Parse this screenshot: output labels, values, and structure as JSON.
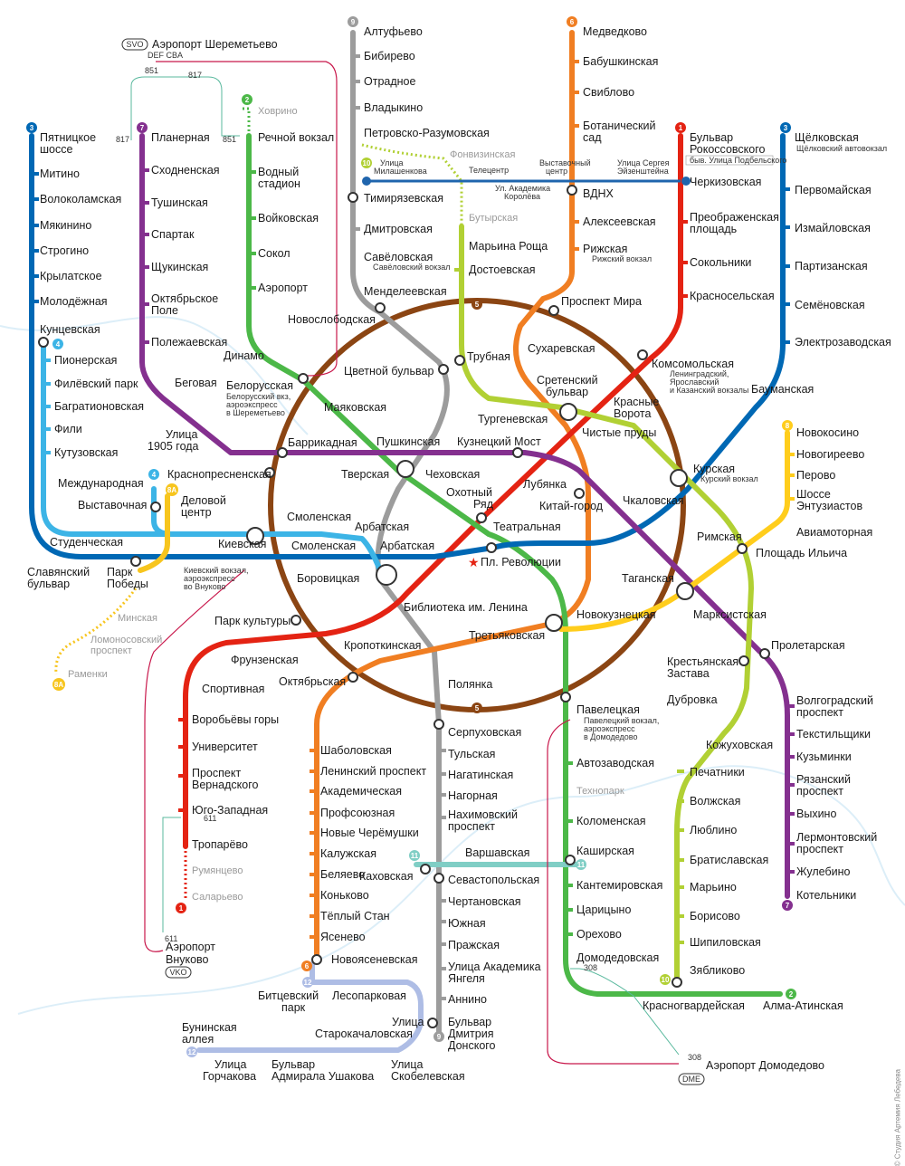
{
  "colors": {
    "l1": "#e42313",
    "l2": "#4cb848",
    "l3": "#0068b4",
    "l4": "#3cb4e6",
    "l5": "#8b4513",
    "l6": "#f07e22",
    "l7": "#84308f",
    "l8": "#ffcd1c",
    "l9": "#9c9c9c",
    "l10": "#b1d034",
    "l11": "#80cec5",
    "l12": "#aebde5",
    "l8a": "#f7c51e",
    "mcc": "#1f65ad"
  },
  "airports": {
    "svo": {
      "code": "SVO",
      "label": "Аэропорт Шереметьево",
      "terminals": "DEF   CBA"
    },
    "vko": {
      "code": "VKO",
      "label1": "Аэропорт",
      "label2": "Внуково"
    },
    "dme": {
      "code": "DME",
      "label": "Аэропорт Домодедово"
    }
  },
  "lines": {
    "l1": {
      "num": "1"
    },
    "l2": {
      "num": "2"
    },
    "l3": {
      "num": "3"
    },
    "l4": {
      "num": "4"
    },
    "l5": {
      "num": "5"
    },
    "l6": {
      "num": "6"
    },
    "l7": {
      "num": "7"
    },
    "l8": {
      "num": "8"
    },
    "l8a": {
      "num": "8А"
    },
    "l9": {
      "num": "9"
    },
    "l10": {
      "num": "10"
    },
    "l11": {
      "num": "11"
    },
    "l12": {
      "num": "12"
    }
  },
  "stations": {
    "altufyevo": "Алтуфьево",
    "bibirevo": "Бибирево",
    "otradnoe": "Отрадное",
    "vladykino": "Владыкино",
    "petrovsko": "Петровско-Разумовская",
    "timiryazevskaya": "Тимирязевская",
    "dmitrovskaya": "Дмитровская",
    "savelovskaya": "Савёловская",
    "savelovsky_vokzal": "Савёловский вокзал",
    "mendeleevskaya": "Менделеевская",
    "tsvetnoy": "Цветной бульвар",
    "chekhovskaya": "Чеховская",
    "borovitskaya": "Боровицкая",
    "polyanka": "Полянка",
    "serpukhovskaya": "Серпуховская",
    "tulskaya": "Тульская",
    "nagatinskaya": "Нагатинская",
    "nagornaya": "Нагорная",
    "nakhimovsky": "Нахимовский",
    "nakhimovsky2": "проспект",
    "sevastopolskaya": "Севастопольская",
    "chertanovskaya": "Чертановская",
    "yuzhnaya": "Южная",
    "prazhskaya": "Пражская",
    "yangel1": "Улица Академика",
    "yangel2": "Янгеля",
    "annino": "Аннино",
    "bdd1": "Бульвар",
    "bdd2": "Дмитрия",
    "bdd3": "Донского",
    "medvedkovo": "Медведково",
    "babushkinskaya": "Бабушкинская",
    "sviblovo": "Свиблово",
    "botanichesky1": "Ботанический",
    "botanichesky2": "сад",
    "vdnh": "ВДНХ",
    "alekseevskaya": "Алексеевская",
    "rizhskaya": "Рижская",
    "rizhsky_vokzal": "Рижский вокзал",
    "prospekt_mira": "Проспект Мира",
    "sukharevskaya": "Сухаревская",
    "turgenevskaya": "Тургеневская",
    "kitay_gorod": "Китай-город",
    "tretyakovskaya": "Третьяковская",
    "oktyabrskaya": "Октябрьская",
    "shabolovskaya": "Шаболовская",
    "leninsky": "Ленинский проспект",
    "akademicheskaya": "Академическая",
    "profsoyuznaya": "Профсоюзная",
    "novye_cheryomushki": "Новые Черёмушки",
    "kaluzhskaya": "Калужская",
    "belyaevo": "Беляево",
    "konkovo": "Коньково",
    "tyoply_stan": "Тёплый Стан",
    "yasenevo": "Ясенево",
    "novoyasenevskaya": "Новоясеневская",
    "bulvar_rok1": "Бульвар",
    "bulvar_rok2": "Рокоссовского",
    "byvsh": "быв. Улица Подбельского",
    "cherkizovskaya": "Черкизовская",
    "preobr1": "Преображенская",
    "preobr2": "площадь",
    "sokolniki": "Сокольники",
    "krasnoselskaya": "Красносельская",
    "komsomolskaya": "Комсомольская",
    "komsomol_note1": "Ленинградский,",
    "komsomol_note2": "Ярославский",
    "komsomol_note3": "и Казанский вокзалы",
    "krasnye1": "Красные",
    "krasnye2": "Ворота",
    "chistye": "Чистые пруды",
    "lubyanka": "Лубянка",
    "okhotny1": "Охотный",
    "okhotny2": "Ряд",
    "biblioteka": "Библиотека им. Ленина",
    "kropotkinskaya": "Кропоткинская",
    "park_kultury": "Парк культуры",
    "frunzenskaya": "Фрунзенская",
    "sportivnaya": "Спортивная",
    "vorobyovy": "Воробьёвы горы",
    "universitet": "Университет",
    "vernad1": "Проспект",
    "vernad2": "Вернадского",
    "yugo_zap": "Юго-Западная",
    "troparyovo": "Тропарёво",
    "rumyantsevo": "Румянцево",
    "salaryevo": "Саларьево",
    "rechnoy": "Речной вокзал",
    "khovrino": "Ховрино",
    "vodny1": "Водный",
    "vodny2": "стадион",
    "voykovskaya": "Войковская",
    "sokol": "Сокол",
    "aeroport": "Аэропорт",
    "dinamo": "Динамо",
    "belorusskaya": "Белорусская",
    "belor_note1": "Белорусский вкз,",
    "belor_note2": "аэроэкспресс",
    "belor_note3": "в Шереметьево",
    "mayakovskaya": "Маяковская",
    "tverskaya": "Тверская",
    "teatralnaya": "Театральная",
    "novokuznetskaya": "Новокузнецкая",
    "paveletskaya": "Павелецкая",
    "pavel_note1": "Павелецкий вокзал,",
    "pavel_note2": "аэроэкспресс",
    "pavel_note3": "в Домодедово",
    "avtozavodskaya": "Автозаводская",
    "tekhnopark": "Технопарк",
    "kolomenskaya": "Коломенская",
    "kashirskaya": "Каширская",
    "kantemirovskaya": "Кантемировская",
    "tsaritsyno": "Царицыно",
    "orekhovo": "Орехово",
    "domodedovskaya": "Домодедовская",
    "krasnogvardeyskaya": "Красногвардейская",
    "alma_ata": "Алма-Атинская",
    "shchyolkovskaya": "Щёлковская",
    "shchyolk_note": "Щёлковский автовокзал",
    "pervomayskaya": "Первомайская",
    "izmaylovskaya": "Измайловская",
    "partizanskaya": "Партизанская",
    "semyonovskaya": "Семёновская",
    "elektrozavodskaya": "Электрозаводская",
    "baumanskaya": "Бауманская",
    "kurskaya": "Курская",
    "kursky_vokzal": "Курский вокзал",
    "pl_revolyutsii": "Пл. Революции",
    "arbatskaya": "Арбатская",
    "smolenskaya": "Смоленская",
    "kievskaya": "Киевская",
    "kiev_note1": "Киевский вокзал,",
    "kiev_note2": "аэроэкспресс",
    "kiev_note3": "во Внуково",
    "park_pobedy1": "Парк",
    "park_pobedy2": "Победы",
    "slavyansky1": "Славянский",
    "slavyansky2": "бульвар",
    "kuntsevskaya": "Кунцевская",
    "molodyozhnaya": "Молодёжная",
    "krylatskoe": "Крылатское",
    "strogino": "Строгино",
    "myakinino": "Мякинино",
    "volokolamskaya": "Волоколамская",
    "mitino": "Митино",
    "pyatnitskoe1": "Пятницкое",
    "pyatnitskoe2": "шоссе",
    "pionerskaya": "Пионерская",
    "filyovsky": "Филёвский парк",
    "bagrationovskaya": "Багратионовская",
    "fili": "Фили",
    "kutuzovskaya": "Кутузовская",
    "studencheskaya": "Студенческая",
    "mezhdunarodnaya": "Международная",
    "vystavochnaya": "Выставочная",
    "delovoy1": "Деловой",
    "delovoy2": "центр",
    "planernaya": "Планерная",
    "skhodnenskaya": "Сходненская",
    "tushinskaya": "Тушинская",
    "spartak": "Спартак",
    "shchukinskaya": "Щукинская",
    "oktyabrskoe1": "Октябрьское",
    "oktyabrskoe2": "Поле",
    "polezhaevskaya": "Полежаевская",
    "begovaya": "Беговая",
    "ulitsa1905_1": "Улица",
    "ulitsa1905_2": "1905 года",
    "barrikadnaya": "Баррикадная",
    "pushkinskaya": "Пушкинская",
    "kuznetsky": "Кузнецкий Мост",
    "krasnopresnenskaya": "Краснопресненская",
    "taganskaya": "Таганская",
    "marksistskaya": "Марксистская",
    "proletarskaya": "Пролетарская",
    "volgogradsky1": "Волгоградский",
    "volgogradsky2": "проспект",
    "tekstilshchiki": "Текстильщики",
    "kuzminki": "Кузьминки",
    "ryazansky1": "Рязанский",
    "ryazansky2": "проспект",
    "vykhino": "Выхино",
    "lermontovsky1": "Лермонтовский",
    "lermontovsky2": "проспект",
    "zhulebino": "Жулебино",
    "kotelniki": "Котельники",
    "novokosino": "Новокосино",
    "novogireevo": "Новогиреево",
    "perovo": "Перово",
    "shosse1": "Шоссе",
    "shosse2": "Энтузиастов",
    "aviamotornaya": "Авиамоторная",
    "ploshchad_ilyicha": "Площадь Ильича",
    "rimskaya": "Римская",
    "chkalovskaya": "Чкаловская",
    "krest1": "Крестьянская",
    "krest2": "Застава",
    "dubrovka": "Дубровка",
    "kozhukhovskaya": "Кожуховская",
    "pechatniki": "Печатники",
    "volzhskaya": "Волжская",
    "lyublino": "Люблино",
    "bratislavskaya": "Братиславская",
    "maryino": "Марьино",
    "borisovo": "Борисово",
    "shipilovskaya": "Шипиловская",
    "zyablikovo": "Зябликово",
    "fonvizinskaya": "Фонвизинская",
    "butyrskaya": "Бутырская",
    "maryina_roshcha": "Марьина Роща",
    "dostoevskaya": "Достоевская",
    "trubnaya": "Трубная",
    "sretensky1": "Сретенский",
    "sretensky2": "бульвар",
    "varshavskaya": "Варшавская",
    "kakhovskaya": "Каховская",
    "bitsevsky1": "Битцевский",
    "bitsevsky2": "парк",
    "lesoparkovaya": "Лесопарковая",
    "ulitsa_star1": "Улица",
    "ulitsa_star2": "Старокачаловская",
    "buninskaya1": "Бунинская",
    "buninskaya2": "аллея",
    "gorchakova1": "Улица",
    "gorchakova2": "Горчакова",
    "ushakova1": "Бульвар",
    "ushakova2": "Адмирала Ушакова",
    "skobelevskaya1": "Улица",
    "skobelevskaya2": "Скобелевская",
    "novoslobodskaya": "Новослободская",
    "minskaya": "Минская",
    "lomonosovsky1": "Ломоносовский",
    "lomonosovsky2": "проспект",
    "ramenki": "Раменки",
    "milashenkova1": "Улица",
    "milashenkova2": "Милашенкова",
    "telecentr": "Телецентр",
    "vystavochny1": "Выставочный",
    "vystavochny2": "центр",
    "eizenstein1": "Улица Сергея",
    "eizenstein2": "Эйзенштейна",
    "korolyova1": "Ул. Академика",
    "korolyova2": "Королёва",
    "bus_851": "851",
    "bus_817": "817",
    "bus_611": "611",
    "bus_308": "308"
  },
  "copyright": "© Студия Артемия Лебедева"
}
